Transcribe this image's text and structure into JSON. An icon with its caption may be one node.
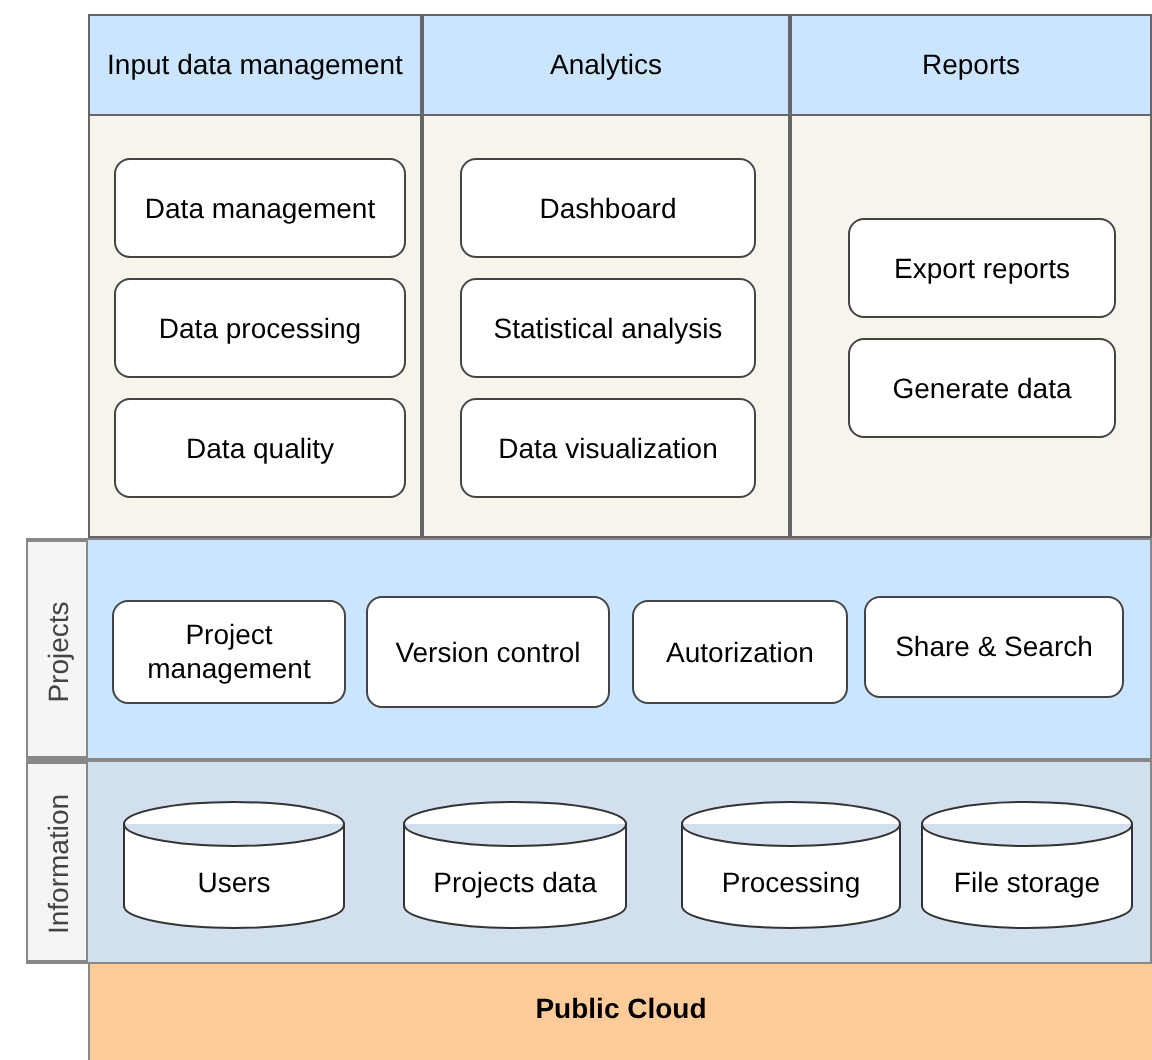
{
  "diagram": {
    "nodes": [
      {
        "text": [
          "Input data management"
        ]
      },
      {
        "text": [
          "Data management"
        ],
        "in": 0
      },
      {
        "text": [
          "Data processing"
        ],
        "in": 0
      },
      {
        "text": [
          "Data quality"
        ],
        "in": 0
      },
      {
        "text": [
          "Analytics"
        ]
      },
      {
        "text": [
          "Dashboard"
        ],
        "in": 4
      },
      {
        "text": [
          "Statistical analysis"
        ],
        "in": 4
      },
      {
        "text": [
          "Data visualization"
        ],
        "in": 4
      },
      {
        "text": [
          "Reports"
        ]
      },
      {
        "text": [
          "Export reports"
        ],
        "in": 8
      },
      {
        "text": [
          "Generate data"
        ],
        "in": 8
      },
      {
        "text": [
          "Projects"
        ]
      },
      {
        "text": [
          "Project management"
        ],
        "in": 11
      },
      {
        "text": [
          "Version control"
        ],
        "in": 11
      },
      {
        "text": [
          "Autorization"
        ],
        "in": 11
      },
      {
        "text": [
          "Share & Search"
        ],
        "in": 11
      },
      {
        "text": [
          "Information"
        ]
      },
      {
        "text": [
          "Users"
        ],
        "in": 16
      },
      {
        "text": [
          "Projects data"
        ],
        "in": 16
      },
      {
        "text": [
          "Processing"
        ],
        "in": 16
      },
      {
        "text": [
          "File storage"
        ],
        "in": 16
      },
      {
        "text": [
          "Public Cloud"
        ]
      }
    ],
    "edges": []
  }
}
